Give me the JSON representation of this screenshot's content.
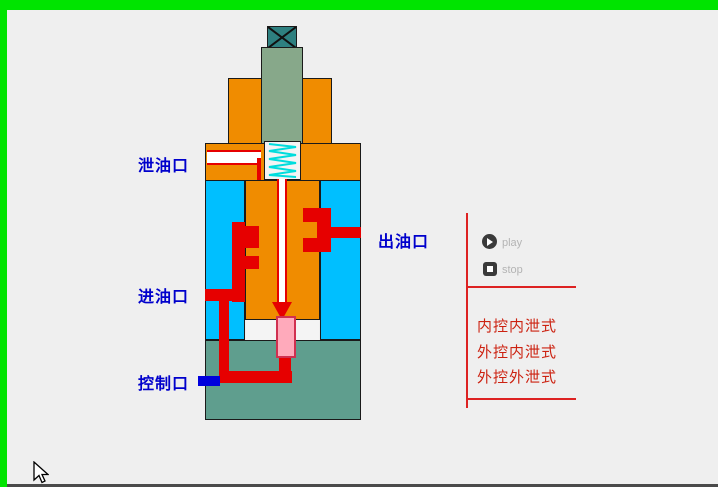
{
  "diagram": {
    "ports": {
      "drain": "泄油口",
      "inlet": "进油口",
      "control": "控制口",
      "outlet": "出油口"
    }
  },
  "player": {
    "play_label": "play",
    "stop_label": "stop"
  },
  "modes": [
    "内控内泄式",
    "外控内泄式",
    "外控外泄式"
  ],
  "colors": {
    "frame_green": "#00e400",
    "background": "#efefef",
    "body_cyan": "#00bfff",
    "spool_orange": "#f08c00",
    "fluid_red": "#e60000",
    "base_green": "#5f9e8e",
    "stem_green": "#87a88a",
    "top_square_teal": "#2e8080",
    "spring_cyan": "#00dddd",
    "piston_pink": "#ffaabb",
    "control_port_blue": "#0000dd",
    "port_label_blue": "#0000cc",
    "mode_text_red": "#cc2211",
    "panel_line_red": "#dd2222"
  }
}
